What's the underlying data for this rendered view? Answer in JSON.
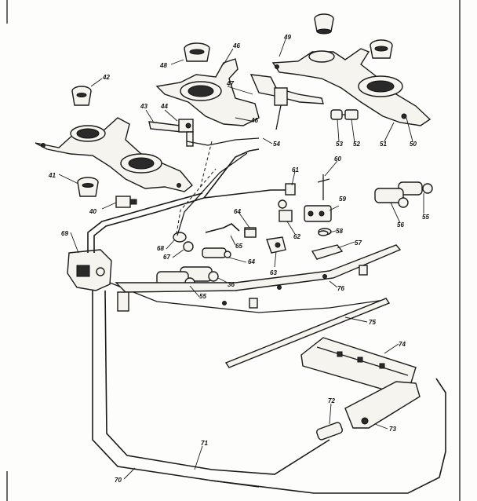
{
  "diagram": {
    "labels": [
      {
        "id": "l48",
        "text": "48"
      },
      {
        "id": "l46",
        "text": "46"
      },
      {
        "id": "l49",
        "text": "49"
      },
      {
        "id": "l42",
        "text": "42"
      },
      {
        "id": "l43",
        "text": "43"
      },
      {
        "id": "l44",
        "text": "44"
      },
      {
        "id": "l47",
        "text": "47"
      },
      {
        "id": "l46b",
        "text": "46"
      },
      {
        "id": "l54",
        "text": "54"
      },
      {
        "id": "l53",
        "text": "53"
      },
      {
        "id": "l52",
        "text": "52"
      },
      {
        "id": "l51",
        "text": "51"
      },
      {
        "id": "l50",
        "text": "50"
      },
      {
        "id": "l41",
        "text": "41"
      },
      {
        "id": "l40",
        "text": "40"
      },
      {
        "id": "l61",
        "text": "61"
      },
      {
        "id": "l60",
        "text": "60"
      },
      {
        "id": "l59",
        "text": "59"
      },
      {
        "id": "l55b",
        "text": "55"
      },
      {
        "id": "l56",
        "text": "56"
      },
      {
        "id": "l64",
        "text": "64"
      },
      {
        "id": "l62",
        "text": "62"
      },
      {
        "id": "l58",
        "text": "58"
      },
      {
        "id": "l69",
        "text": "69"
      },
      {
        "id": "l68",
        "text": "68"
      },
      {
        "id": "l65",
        "text": "65"
      },
      {
        "id": "l57",
        "text": "57"
      },
      {
        "id": "l67",
        "text": "67"
      },
      {
        "id": "l64b",
        "text": "64"
      },
      {
        "id": "l63",
        "text": "63"
      },
      {
        "id": "l36",
        "text": "36"
      },
      {
        "id": "l76",
        "text": "76"
      },
      {
        "id": "l55",
        "text": "55"
      },
      {
        "id": "l75",
        "text": "75"
      },
      {
        "id": "l74",
        "text": "74"
      },
      {
        "id": "l72",
        "text": "72"
      },
      {
        "id": "l73",
        "text": "73"
      },
      {
        "id": "l71",
        "text": "71"
      },
      {
        "id": "l70",
        "text": "70"
      }
    ]
  }
}
